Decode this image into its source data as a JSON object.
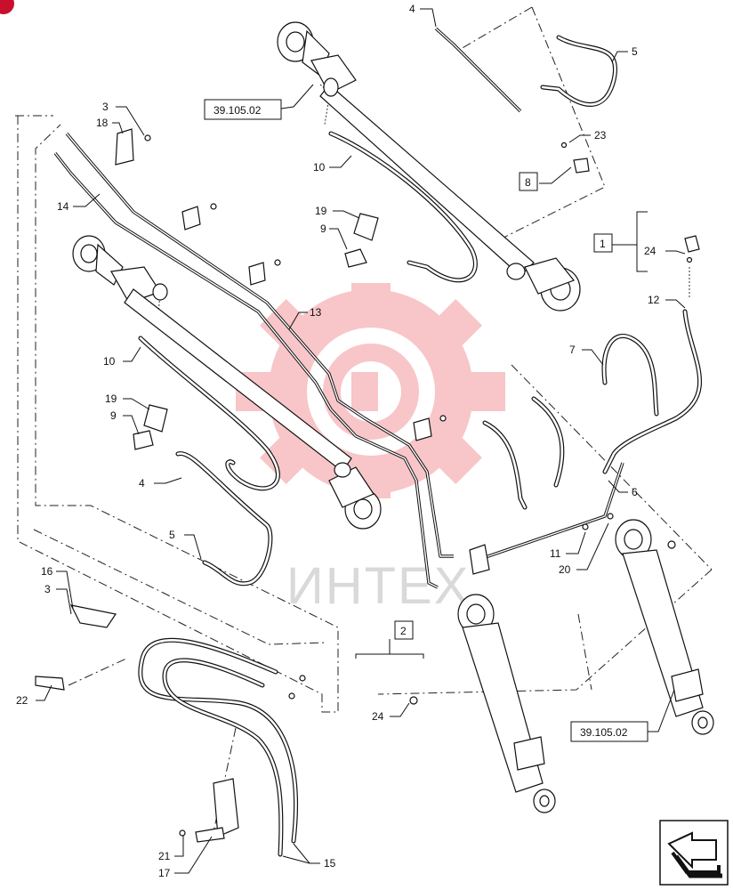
{
  "brand": {
    "watermark_text": "ИНТЕХ",
    "watermark_color": "#e8343c"
  },
  "callouts": {
    "c3a": "3",
    "c18": "18",
    "c14": "14",
    "c4a": "4",
    "c5a": "5",
    "c23": "23",
    "c10a": "10",
    "c19a": "19",
    "c9a": "9",
    "c24a": "24",
    "c12": "12",
    "c13": "13",
    "c10b": "10",
    "c7": "7",
    "c19b": "19",
    "c9b": "9",
    "c4b": "4",
    "c6": "6",
    "c5b": "5",
    "c11": "11",
    "c20": "20",
    "c16": "16",
    "c3b": "3",
    "c22": "22",
    "c24b": "24",
    "c21": "21",
    "c17": "17",
    "c15": "15"
  },
  "boxed_refs": {
    "b8": "8",
    "b1": "1",
    "b2": "2"
  },
  "section_refs": {
    "ref_top": "39.105.02",
    "ref_bottom": "39.105.02"
  },
  "nav": {
    "icon": "next-page-arrow-icon"
  }
}
